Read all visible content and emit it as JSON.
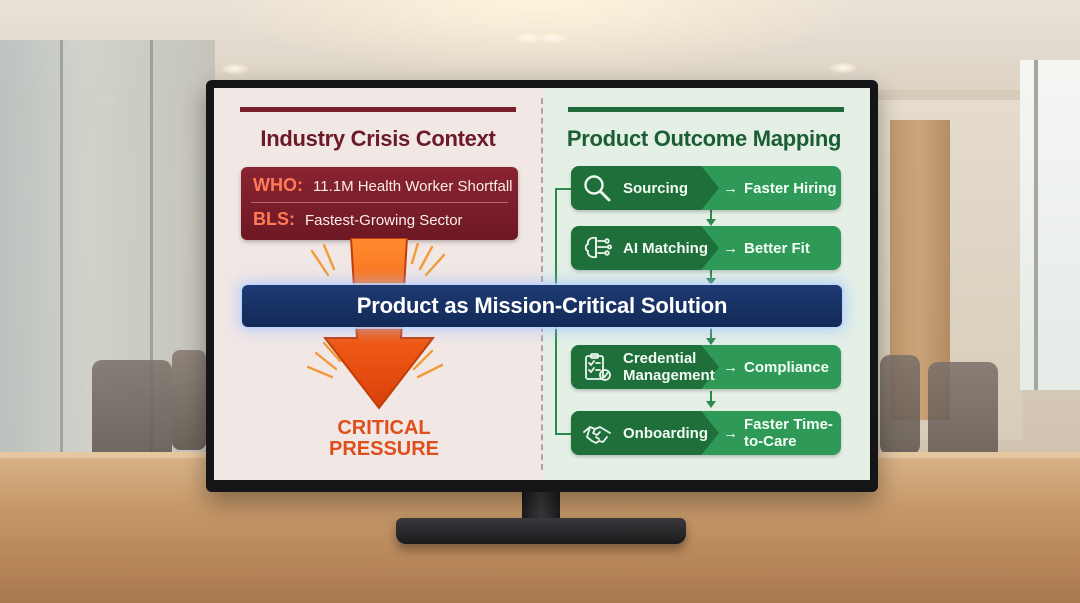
{
  "left_panel": {
    "title": "Industry Crisis Context",
    "rows": [
      {
        "key": "WHO:",
        "value": "11.1M Health Worker Shortfall"
      },
      {
        "key": "BLS:",
        "value": "Fastest-Growing Sector"
      }
    ],
    "pressure_line1": "CRITICAL",
    "pressure_line2": "PRESSURE"
  },
  "right_panel": {
    "title": "Product Outcome Mapping",
    "steps": [
      {
        "icon": "magnifier-icon",
        "label": "Sourcing",
        "result": "Faster Hiring"
      },
      {
        "icon": "brain-circuit-icon",
        "label": "AI Matching",
        "result": "Better Fit"
      },
      {
        "icon": "checklist-icon",
        "label": "Credential Management",
        "result": "Compliance"
      },
      {
        "icon": "handshake-icon",
        "label": "Onboarding",
        "result": "Faster Time-to-Care"
      }
    ],
    "arrow_glyph": "→"
  },
  "banner": {
    "text": "Product as Mission-Critical Solution"
  },
  "colors": {
    "crisis_red": "#6d1824",
    "accent_orange": "#e04e1c",
    "flow_green": "#2f9a57",
    "banner_navy": "#132a58"
  }
}
